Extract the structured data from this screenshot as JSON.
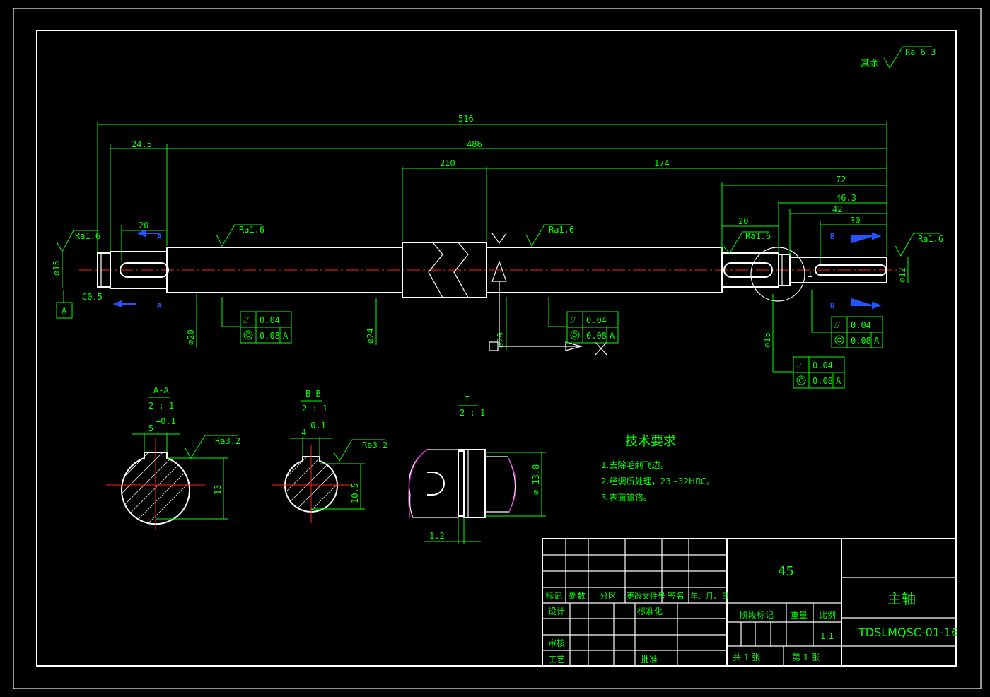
{
  "surface_note_label": "其余",
  "surface_note_value": "Ra 6.3",
  "dims": {
    "overall": "516",
    "d_24_5": "24.5",
    "d_486": "486",
    "d_210": "210",
    "d_174": "174",
    "d_72": "72",
    "d_46_3": "46.3",
    "d_42": "42",
    "d_30": "30",
    "d_20_left": "20",
    "d_20_right": "20",
    "chamfer": "C0.5",
    "phi24": "⌀24",
    "phi20": "⌀20",
    "phi15_left": "⌀15",
    "phi15_right": "⌀15",
    "phi12": "⌀12",
    "phi20_mid": "⌀20"
  },
  "roughness": {
    "r1": "Ra1.6",
    "r2": "Ra1.6",
    "r3": "Ra1.6",
    "r4": "Ra1.6",
    "r5": "Ra1.6"
  },
  "section_labels": {
    "a_left_top": "A",
    "a_left_bottom": "A",
    "b_right_top": "B",
    "b_right_bottom": "B",
    "detail_mark": "I",
    "datum": "A"
  },
  "tolerance_frames": [
    {
      "runout": "0.04",
      "coax": "0.08",
      "datum": "A"
    },
    {
      "runout": "0.04",
      "coax": "0.08",
      "datum": "A"
    },
    {
      "runout": "0.04",
      "coax": "0.08",
      "datum": "A"
    },
    {
      "runout": "0.04",
      "coax": "0.08",
      "datum": "A"
    }
  ],
  "sections": {
    "aa_title": "A-A",
    "aa_scale": "2 : 1",
    "aa_key": "5",
    "aa_key_tol": "+0.1",
    "aa_depth": "13",
    "aa_rough": "Ra3.2",
    "bb_title": "B-B",
    "bb_scale": "2 : 1",
    "bb_key": "4",
    "bb_key_tol": "+0.1",
    "bb_depth": "10.5",
    "bb_rough": "Ra3.2",
    "detail_title": "I",
    "detail_scale": "2 : 1",
    "detail_dia": "⌀ 13.8",
    "detail_groove": "1.2"
  },
  "tech": {
    "title": "技术要求",
    "items": [
      "1.去除毛刺飞边。",
      "2.经调质处理，23~32HRC。",
      "3.表面镀铬。"
    ]
  },
  "title_block": {
    "material": "45",
    "part_name": "主轴",
    "drawing_no": "TDSLMQSC-01-16",
    "headers": [
      "标记",
      "处数",
      "分区",
      "更改文件号",
      "签名",
      "年、月、日"
    ],
    "design": "设计",
    "standardize": "标准化",
    "review": "审核",
    "process": "工艺",
    "approve": "批准",
    "stage_mark": "阶段标记",
    "weight": "重量",
    "ratio_label": "比例",
    "ratio": "1:1",
    "sheets": "共  1  张",
    "sheet_no": "第  1  张"
  },
  "colors": {
    "outline": "#ffffff",
    "dimension": "#00ff00",
    "centerline": "#ff2020",
    "section_arrow": "#2255ff"
  }
}
